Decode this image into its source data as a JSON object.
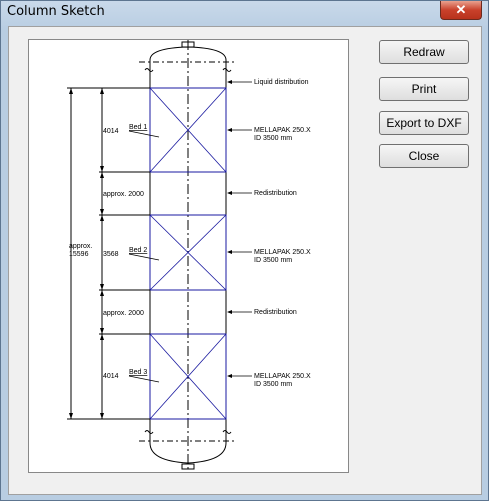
{
  "window": {
    "title": "Column Sketch",
    "close_glyph": "✕"
  },
  "buttons": {
    "redraw": "Redraw",
    "print": "Print",
    "export": "Export to DXF",
    "close": "Close"
  },
  "sketch": {
    "beds": [
      {
        "label": "Bed 1",
        "height": "4014",
        "packing": "MELLAPAK 250.X",
        "diameter": "ID 3500 mm"
      },
      {
        "label": "Bed 2",
        "height": "3568",
        "packing": "MELLAPAK 250.X",
        "diameter": "ID 3500 mm"
      },
      {
        "label": "Bed 3",
        "height": "4014",
        "packing": "MELLAPAK 250.X",
        "diameter": "ID 3500 mm"
      }
    ],
    "gaps": [
      "approx. 2000",
      "approx. 2000"
    ],
    "total": [
      "approx.",
      "15596"
    ],
    "liquid_distribution": "Liquid distribution",
    "redistribution": [
      "Redistribution",
      "Redistribution"
    ]
  },
  "colors": {
    "packing_outline": "#1a1aa0",
    "lines": "#000000"
  }
}
